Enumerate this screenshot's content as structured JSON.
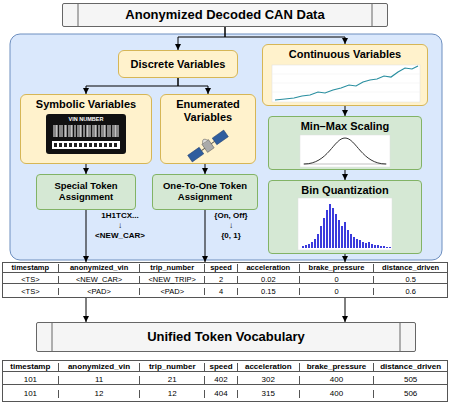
{
  "diagram": {
    "nodes": [
      {
        "text": [
          "Anonymized Decoded CAN Data"
        ]
      },
      {
        "text": [
          "Discrete Variables"
        ]
      },
      {
        "text": [
          "Continuous Variables"
        ]
      },
      {
        "text": [
          "Symbolic Variables"
        ]
      },
      {
        "text": [
          "Enumerated Variables"
        ]
      },
      {
        "text": [
          "Min–Max Scaling"
        ]
      },
      {
        "text": [
          "Special Token Assignment"
        ]
      },
      {
        "text": [
          "One-To-One Token Assignment"
        ]
      },
      {
        "text": [
          "Bin Quantization"
        ]
      },
      {
        "text": [
          "timestamp",
          "anonymized_vin",
          "trip_number",
          "speed",
          "acceleration",
          "brake_pressure",
          "distance_driven",
          "<TS>",
          "<NEW_CAR>",
          "<NEW_TRIP>",
          "2",
          "0.02",
          "0",
          "0.5",
          "<TS>",
          "<PAD>",
          "<PAD>",
          "4",
          "0.15",
          "0",
          "0.6"
        ]
      },
      {
        "text": [
          "Unified Token Vocabulary"
        ]
      },
      {
        "text": [
          "timestamp",
          "anonymized_vin",
          "trip_number",
          "speed",
          "acceleration",
          "brake_pressure",
          "distance_driven",
          "101",
          "11",
          "21",
          "402",
          "302",
          "400",
          "505",
          "101",
          "12",
          "12",
          "404",
          "315",
          "400",
          "506"
        ]
      }
    ],
    "edges": [
      {
        "from": 0,
        "to": 1,
        "arrow": "to"
      },
      {
        "from": 0,
        "to": 2,
        "arrow": "to"
      },
      {
        "from": 1,
        "to": 3,
        "arrow": "to"
      },
      {
        "from": 1,
        "to": 4,
        "arrow": "to"
      },
      {
        "from": 3,
        "to": 6,
        "arrow": "to"
      },
      {
        "from": 4,
        "to": 7,
        "arrow": "to"
      },
      {
        "from": 2,
        "to": 5,
        "arrow": "to"
      },
      {
        "from": 5,
        "to": 8,
        "arrow": "to"
      },
      {
        "from": 6,
        "to": 9,
        "arrow": "to"
      },
      {
        "from": 7,
        "to": 9,
        "arrow": "to"
      },
      {
        "from": 8,
        "to": 9,
        "arrow": "to"
      },
      {
        "from": 9,
        "to": 10,
        "arrow": "to"
      },
      {
        "from": 9,
        "to": 10,
        "arrow": "to"
      }
    ],
    "labels": [
      "VIN NUMBER",
      "1H1TCX...",
      "↓",
      "<NEW_CAR>",
      "{On, Off}",
      "↓",
      "{0, 1}"
    ]
  }
}
